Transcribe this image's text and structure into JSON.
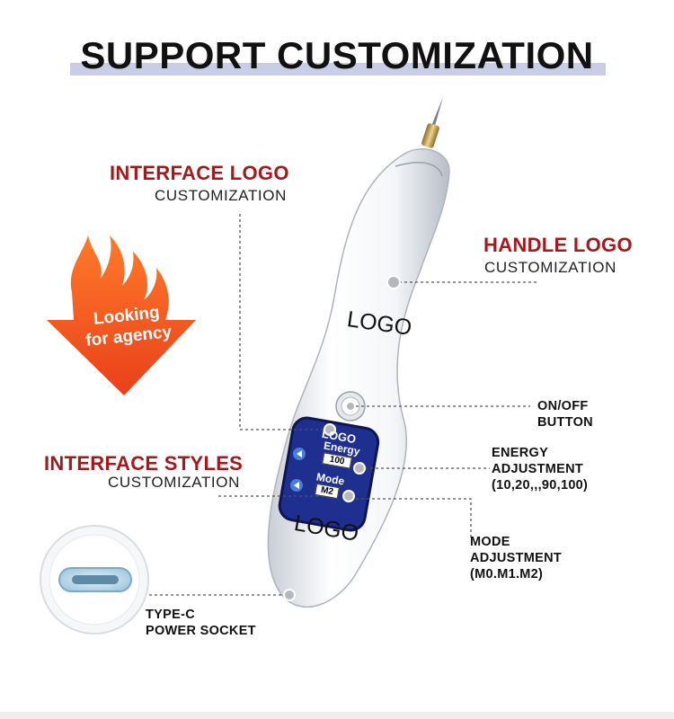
{
  "title": "SUPPORT CUSTOMIZATION",
  "interface_logo": {
    "heading": "INTERFACE LOGO",
    "sub": "CUSTOMIZATION"
  },
  "handle_logo": {
    "heading": "HANDLE LOGO",
    "sub": "CUSTOMIZATION"
  },
  "interface_styles": {
    "heading": "INTERFACE STYLES",
    "sub": "CUSTOMIZATION"
  },
  "badge": {
    "line1": "Looking",
    "line2": "for agency"
  },
  "device": {
    "handle_logo": "LOGO",
    "bottom_logo": "LOGO",
    "screen": {
      "logo": "LOGO",
      "energy_label": "Energy",
      "energy_value": "100",
      "mode_label": "Mode",
      "mode_value": "M2"
    }
  },
  "labels": {
    "onoff": [
      "ON/OFF",
      "BUTTON"
    ],
    "energy": [
      "ENERGY",
      "ADJUSTMENT",
      "(10,20,,,90,100)"
    ],
    "mode": [
      "MODE",
      "ADJUSTMENT",
      "(M0.M1.M2)"
    ],
    "typec": [
      "TYPE-C",
      "POWER SOCKET"
    ]
  },
  "colors": {
    "accent_red": "#a3191c",
    "flame_orange": "#f0501e",
    "title_bar": "#c9cde6",
    "screen_blue": "#1f2f8f"
  },
  "icons": [
    "flame-arrow-icon",
    "usb-c-port-icon",
    "power-button-icon"
  ]
}
